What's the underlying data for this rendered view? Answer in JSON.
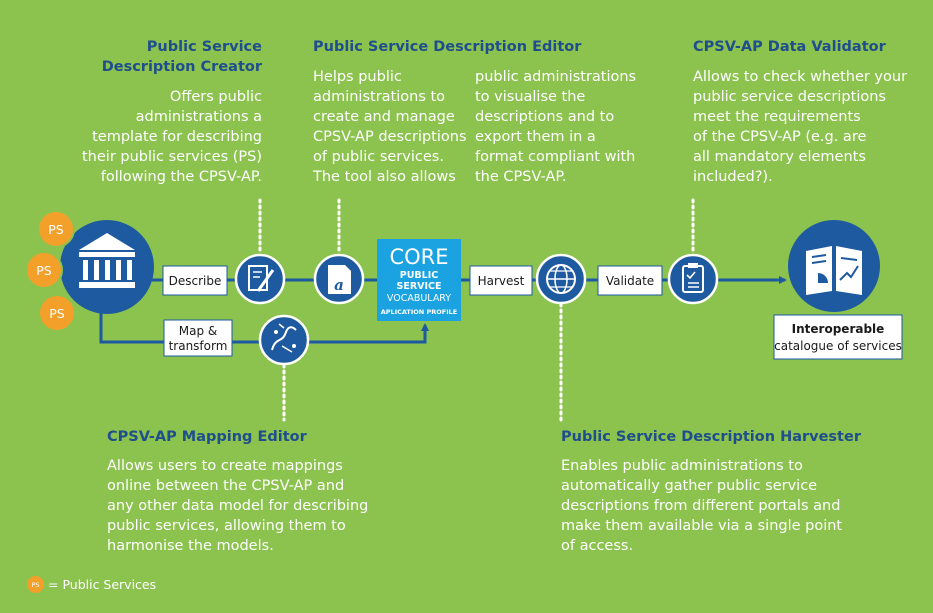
{
  "creator": {
    "title": [
      "Public Service",
      "Description Creator"
    ],
    "text": [
      "Offers public",
      "administrations a",
      "template for describing",
      "their public services (PS)",
      "following the CPSV-AP."
    ]
  },
  "editor": {
    "title": "Public Service Description Editor",
    "text_col1": [
      "Helps public",
      "administrations to",
      "create and manage",
      "CPSV-AP descriptions",
      "of public services.",
      "The tool also allows"
    ],
    "text_col2": [
      "public administrations",
      "to visualise the",
      "descriptions and to",
      "export them in a",
      "format compliant with",
      "the CPSV-AP."
    ]
  },
  "validator": {
    "title": "CPSV-AP Data Validator",
    "text": [
      "Allows to check whether your",
      "public service descriptions",
      "meet the requirements",
      "of the CPSV-AP (e.g. are",
      "all mandatory elements",
      "included?)."
    ]
  },
  "mapping": {
    "title": "CPSV-AP Mapping Editor",
    "text": [
      "Allows users to create mappings",
      "online between the CPSV-AP and",
      "any other data model for describing",
      "public services, allowing them to",
      "harmonise the models."
    ]
  },
  "harvester": {
    "title": "Public Service Description Harvester",
    "text": [
      "Enables public administrations to",
      "automatically gather public service",
      "descriptions from different portals and",
      "make them available via a single point",
      "of access."
    ]
  },
  "flow": {
    "ps_badge": "PS",
    "describe": "Describe",
    "map_transform": [
      "Map &",
      "transform"
    ],
    "harvest": "Harvest",
    "validate": "Validate",
    "core": {
      "big": "CORE",
      "line1": "PUBLIC",
      "line2": "SERVICE",
      "line3": "VOCABULARY",
      "line4": "APLICATION PROFILE"
    },
    "catalogue": {
      "bold": "Interoperable",
      "regular": "catalogue of services"
    }
  },
  "legend": {
    "badge": "PS",
    "text": "= Public Services"
  },
  "colors": {
    "background": "#8cc34f",
    "dark_blue": "#1f4e8c",
    "icon_blue": "#1e5aa0",
    "core_blue": "#1aa3e0",
    "ps_orange": "#f3a02b"
  }
}
